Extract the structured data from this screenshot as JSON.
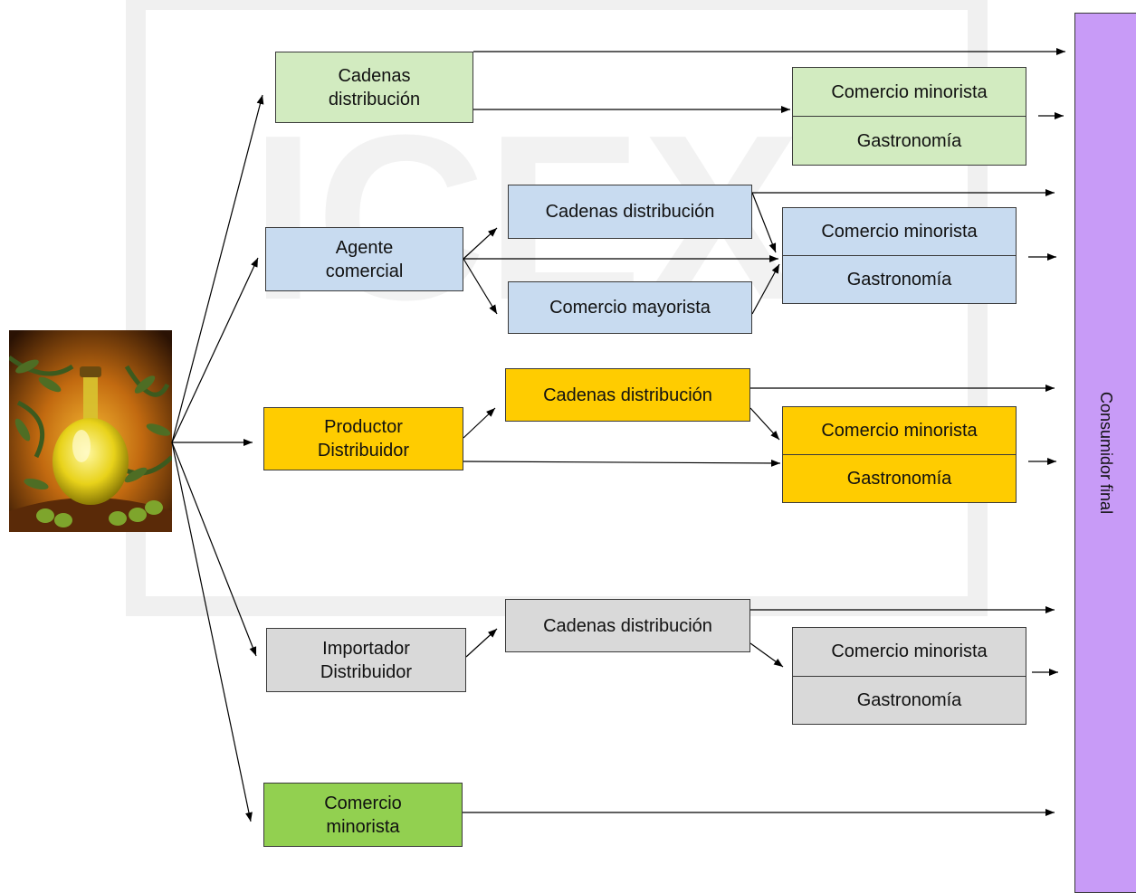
{
  "colors": {
    "green_light": "#d2ebc0",
    "blue_light": "#c8dbf0",
    "yellow": "#ffcc00",
    "gray": "#d9d9d9",
    "green": "#92d050",
    "purple": "#c89bf7",
    "watermark": "#f0f0f0"
  },
  "watermark": {
    "text": "ICEX"
  },
  "source_image": {
    "icon": "olive-oil-jar-photo"
  },
  "consumer": {
    "label": "Consumidor final"
  },
  "rows": {
    "cadenas": {
      "main": "Cadenas\ndistribución",
      "retail": "Comercio minorista",
      "gastro": "Gastronomía"
    },
    "agente": {
      "main": "Agente\ncomercial",
      "cadenas": "Cadenas distribución",
      "mayorista": "Comercio mayorista",
      "retail": "Comercio minorista",
      "gastro": "Gastronomía"
    },
    "productor": {
      "main": "Productor\nDistribuidor",
      "cadenas": "Cadenas distribución",
      "retail": "Comercio minorista",
      "gastro": "Gastronomía"
    },
    "importador": {
      "main": "Importador\nDistribuidor",
      "cadenas": "Cadenas distribución",
      "retail": "Comercio minorista",
      "gastro": "Gastronomía"
    },
    "minorista": {
      "main": "Comercio\nminorista"
    }
  }
}
